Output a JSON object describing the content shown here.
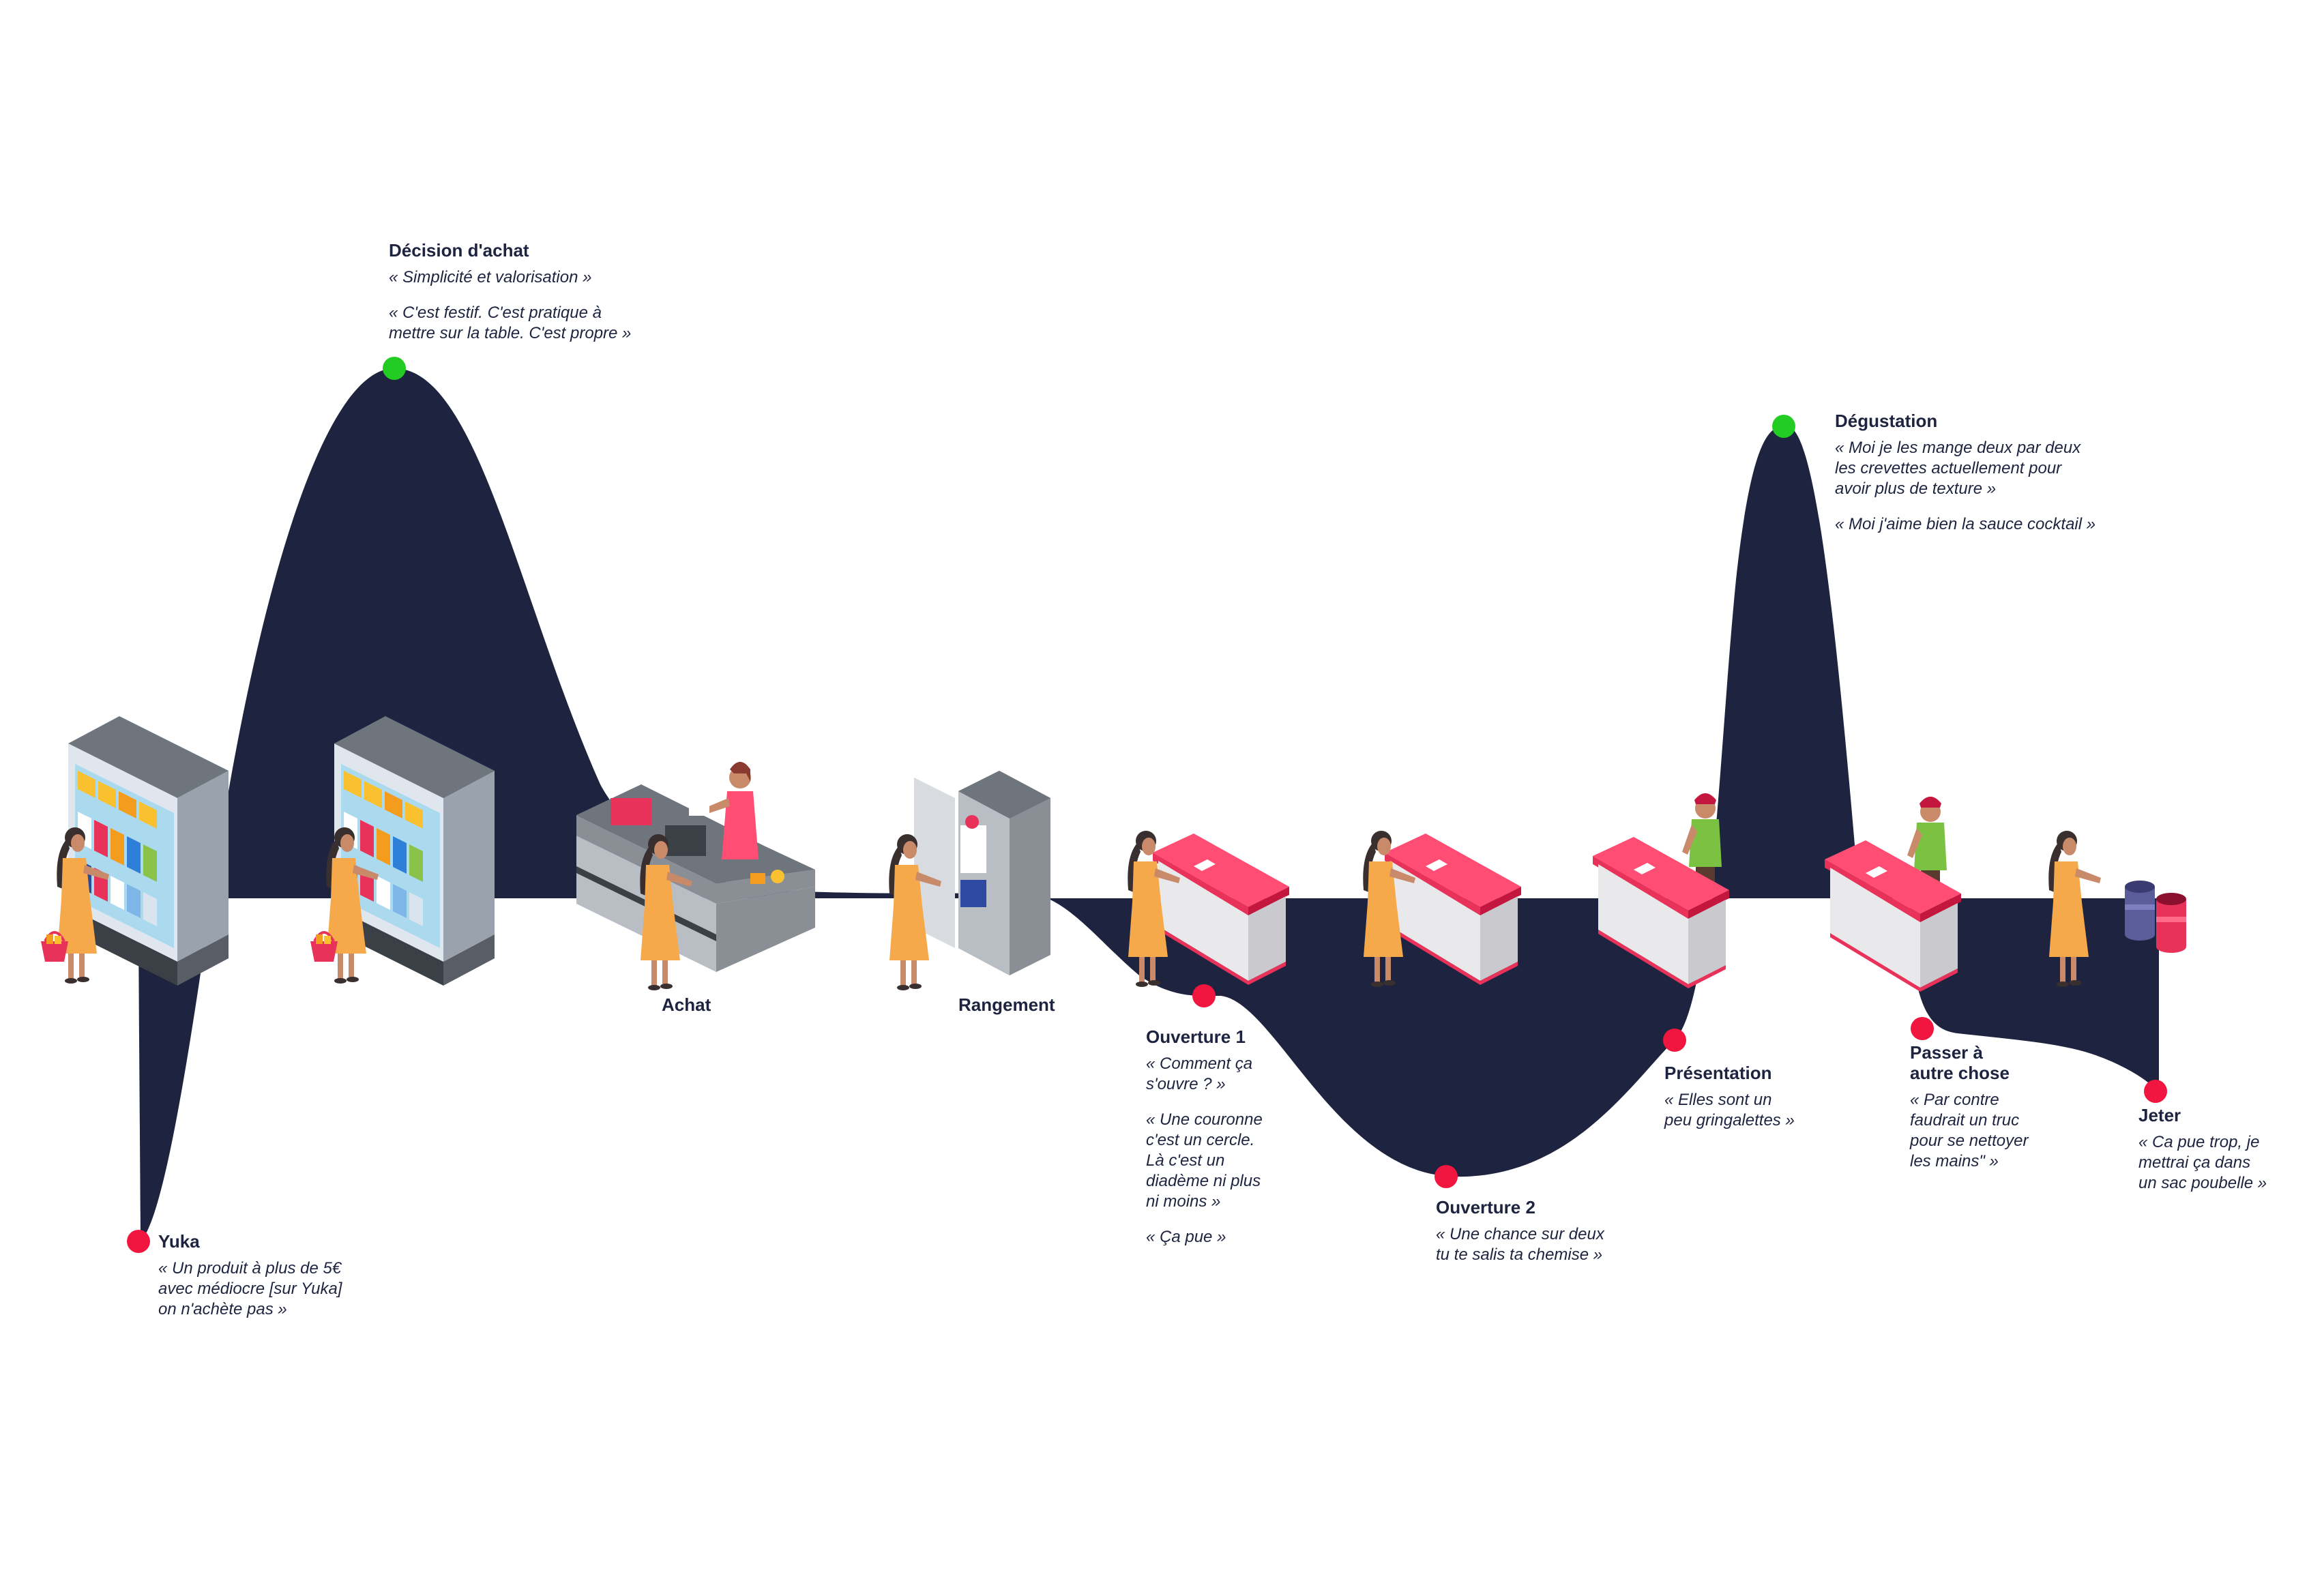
{
  "colors": {
    "curve": "#1e2440",
    "positive": "#22cc22",
    "negative": "#f0163f",
    "text": "#1e2440",
    "counter_top": "#ff4d73",
    "dress": "#f6a94a",
    "hair": "#3a2f2f",
    "shirt_green": "#7cc242",
    "metal": "#8a8f96"
  },
  "stages": [
    {
      "id": "achat",
      "label": "Achat"
    },
    {
      "id": "rangement",
      "label": "Rangement"
    }
  ],
  "points": [
    {
      "id": "yuka",
      "sentiment": "negative",
      "title": "Yuka",
      "quotes": [
        "« Un produit à plus de 5€\navec médiocre [sur Yuka]\non n'achète pas »"
      ]
    },
    {
      "id": "decision",
      "sentiment": "positive",
      "title": "Décision d'achat",
      "quotes": [
        "« Simplicité et valorisation »",
        "« C'est festif. C'est pratique à\nmettre sur la table. C'est propre »"
      ]
    },
    {
      "id": "ouverture1",
      "sentiment": "negative",
      "title": "Ouverture 1",
      "quotes": [
        "« Comment ça\ns'ouvre ? »",
        "« Une couronne\nc'est un cercle.\nLà c'est un\ndiadème ni plus\nni moins »",
        "« Ça pue »"
      ]
    },
    {
      "id": "ouverture2",
      "sentiment": "negative",
      "title": "Ouverture 2",
      "quotes": [
        "« Une chance sur deux\ntu te salis ta chemise »"
      ]
    },
    {
      "id": "presentation",
      "sentiment": "negative",
      "title": "Présentation",
      "quotes": [
        "« Elles sont un\npeu gringalettes »"
      ]
    },
    {
      "id": "degustation",
      "sentiment": "positive",
      "title": "Dégustation",
      "quotes": [
        "« Moi je les mange deux par deux\nles crevettes actuellement pour\navoir plus de texture »",
        "« Moi j'aime bien la sauce cocktail »"
      ]
    },
    {
      "id": "passer",
      "sentiment": "negative",
      "title": "Passer à\nautre chose",
      "quotes": [
        "« Par contre\nfaudrait un truc\npour se nettoyer\nles mains\" »"
      ]
    },
    {
      "id": "jeter",
      "sentiment": "negative",
      "title": "Jeter",
      "quotes": [
        "« Ca pue trop, je\nmettrai ça dans\nun sac poubelle »"
      ]
    }
  ],
  "icons": [
    "shelf-icon",
    "woman-shopper-icon",
    "basket-icon",
    "checkout-counter-icon",
    "cashier-icon",
    "fridge-icon",
    "counter-icon",
    "man-server-icon",
    "trash-bin-icon"
  ]
}
